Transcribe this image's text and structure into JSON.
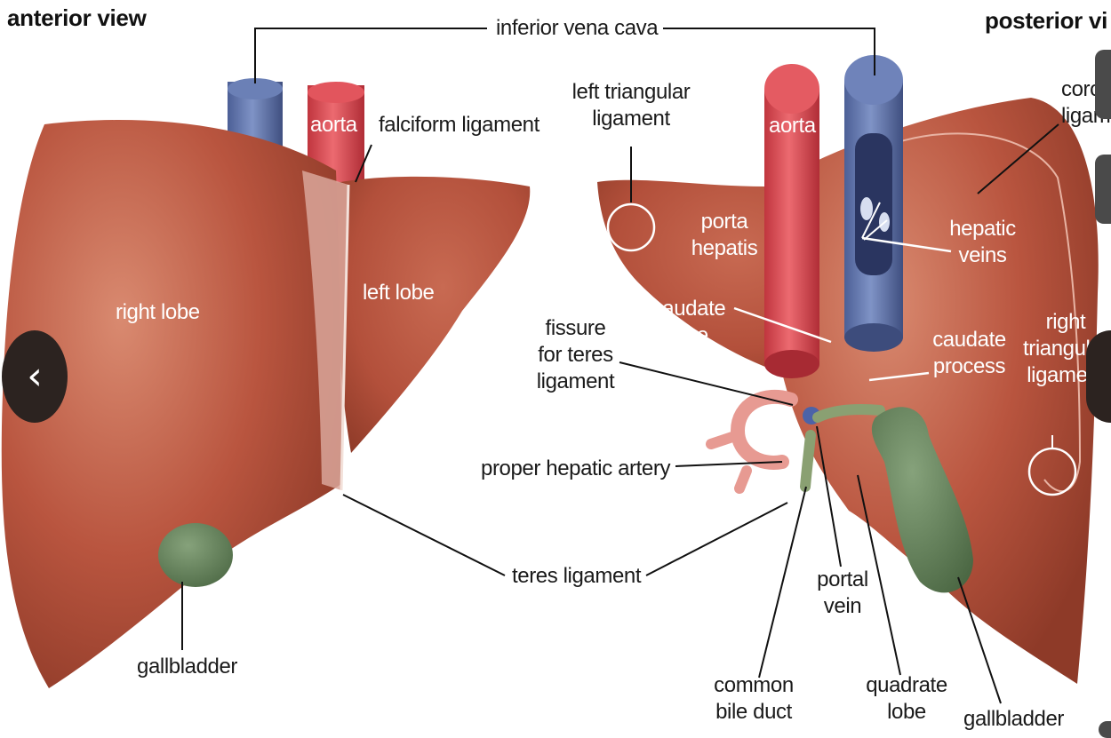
{
  "headings": {
    "anterior": "anterior view",
    "posterior": "posterior vi"
  },
  "labels": {
    "ivc": "inferior vena cava",
    "aorta_left": "aorta",
    "falciform": "falciform ligament",
    "right_lobe": "right lobe",
    "left_lobe": "left lobe",
    "gallbladder_left": "gallbladder",
    "teres": "teres ligament",
    "left_triangular": [
      "left triangular",
      "ligament"
    ],
    "aorta_right": "aorta",
    "porta": [
      "porta",
      "hepatis"
    ],
    "caudate_lobe": [
      "caudate",
      "lobe"
    ],
    "fissure": [
      "fissure",
      "for teres",
      "ligament"
    ],
    "proper_hepatic": "proper hepatic artery",
    "hepatic_veins": [
      "hepatic",
      "veins"
    ],
    "caudate_process": [
      "caudate",
      "process"
    ],
    "right_triangular": [
      "right",
      "triangular",
      "ligament"
    ],
    "coronary_partial": [
      "coron",
      "ligam"
    ],
    "portal_vein": [
      "portal",
      "vein"
    ],
    "common_bile_duct": [
      "common",
      "bile duct"
    ],
    "quadrate": [
      "quadrate",
      "lobe"
    ],
    "gallbladder_right": "gallbladder"
  },
  "nav": {
    "prev_glyph": "‹"
  },
  "colors": {
    "liver": "#b9553f",
    "liver_dark": "#8e3a28",
    "liver_light": "#d27a60",
    "ivc": "#5d72a8",
    "aorta": "#d9474f",
    "gallbladder": "#5f7d55",
    "nav_bg": "#2c2320"
  }
}
